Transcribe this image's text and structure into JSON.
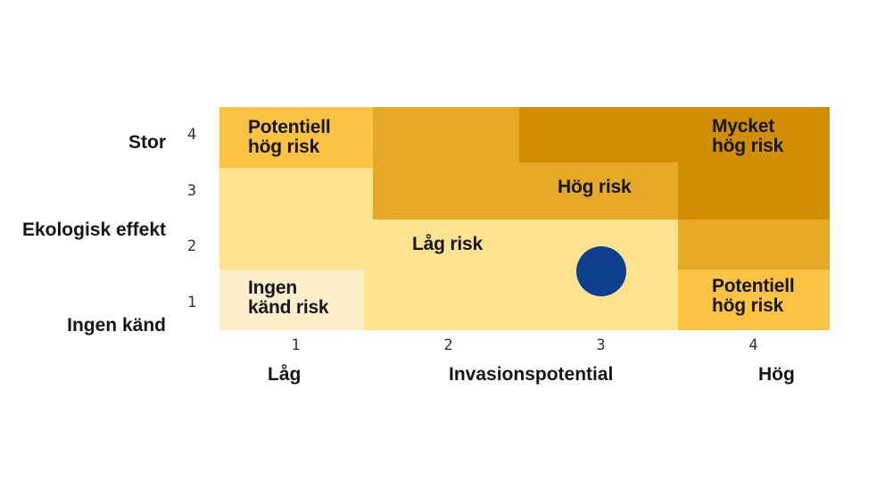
{
  "chart_data": {
    "type": "heatmap",
    "xlim": [
      0.5,
      4.5
    ],
    "ylim": [
      0.5,
      4.5
    ],
    "x_ticks": [
      "1",
      "2",
      "3",
      "4"
    ],
    "y_ticks": [
      "1",
      "2",
      "3",
      "4"
    ],
    "xlabel": "Invasionspotential",
    "x_low_label": "Låg",
    "x_high_label": "Hög",
    "ylabel": "Ekologisk effekt",
    "y_low_label": "Ingen känd",
    "y_high_label": "Stor",
    "zones": [
      {
        "label": "Ingen\nkänd risk",
        "color": "#fdeecc"
      },
      {
        "label": "Låg risk",
        "color": "#fde38f"
      },
      {
        "label": "Potentiell\nhög risk",
        "color": "#fcc343"
      },
      {
        "label": "Potentiell\nhög risk",
        "color": "#fcc343"
      },
      {
        "label": "Hög risk",
        "color": "#e6a827"
      },
      {
        "label": "Mycket\nhög risk",
        "color": "#d08e00"
      }
    ],
    "point": {
      "x": 3.0,
      "y": 1.55,
      "color": "#0d3f8f"
    }
  }
}
